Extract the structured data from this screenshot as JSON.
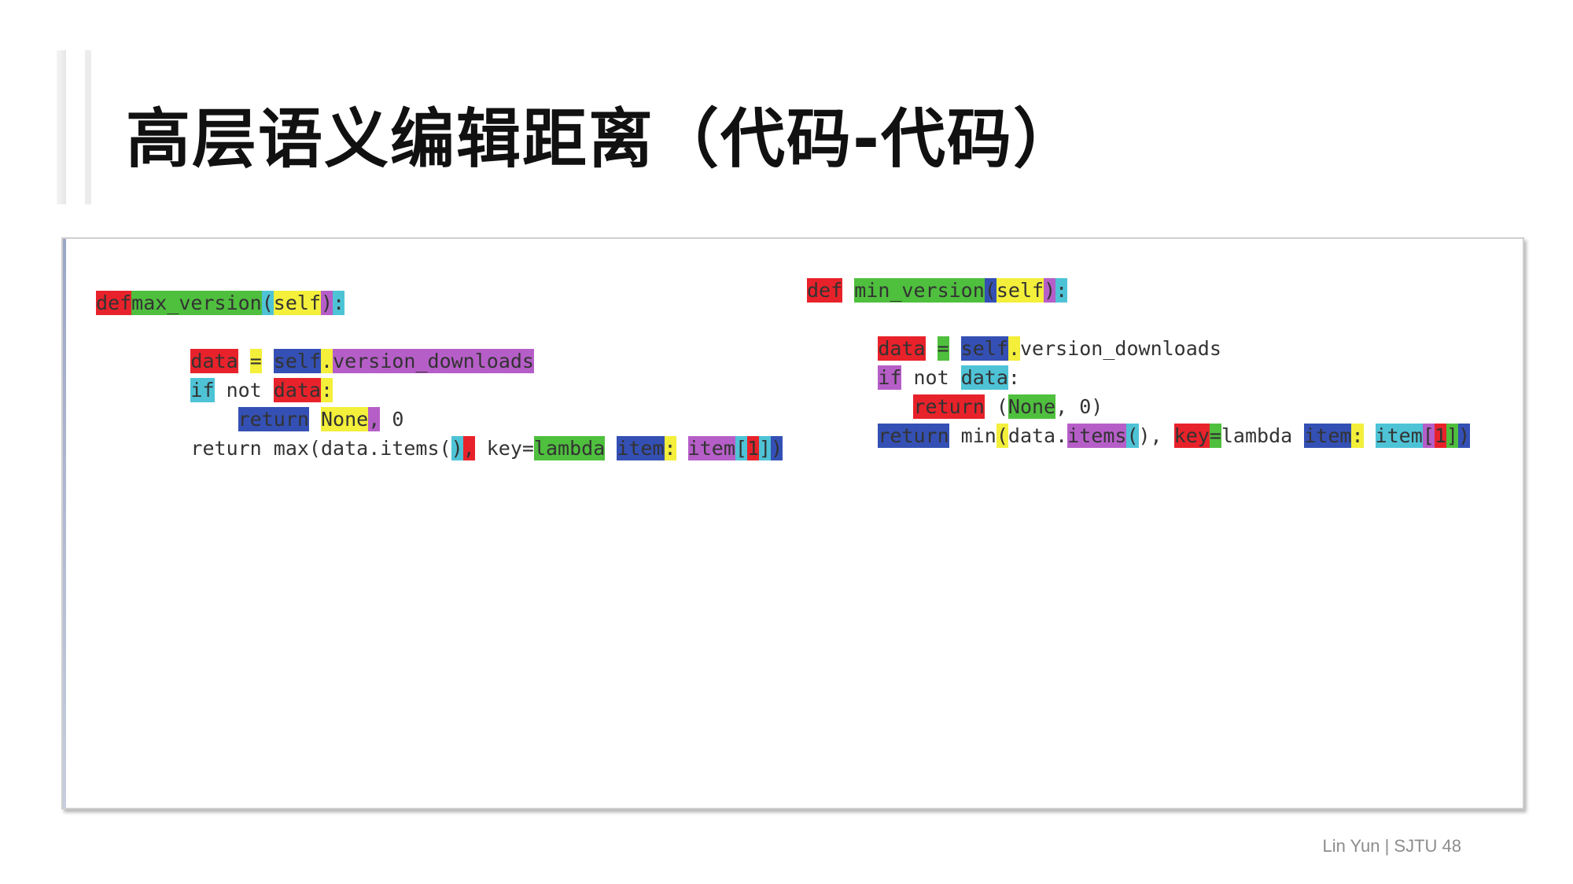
{
  "slide": {
    "title": "高层语义编辑距离（代码-代码）",
    "footer": "Lin Yun | SJTU 48"
  },
  "colors": {
    "red": "#e8222a",
    "green": "#4fbf3e",
    "yellow": "#f3ef3a",
    "cyan": "#4ec3d6",
    "purple": "#b65ec8",
    "blue": "#3450b4"
  },
  "code_left": [
    [
      [
        "red",
        "def"
      ],
      [
        "",
        ""
      ],
      [
        "",
        ""
      ],
      [
        "green",
        "max_version"
      ],
      [
        "cyan",
        "("
      ],
      [
        "yellow",
        "self"
      ],
      [
        "purple",
        ")"
      ],
      [
        "cyan",
        ":"
      ]
    ],
    [],
    [
      [
        "",
        ""
      ],
      [
        "red",
        "data"
      ],
      [
        "",
        " "
      ],
      [
        "yellow",
        "="
      ],
      [
        "",
        " "
      ],
      [
        "blue",
        "self"
      ],
      [
        "yellow",
        "."
      ],
      [
        "purple",
        "version_downloads"
      ]
    ],
    [
      [
        "",
        ""
      ],
      [
        "cyan",
        "if"
      ],
      [
        "",
        " not "
      ],
      [
        "red",
        "data"
      ],
      [
        "yellow",
        ":"
      ]
    ],
    [
      [
        "",
        ""
      ],
      [
        "blue",
        "return"
      ],
      [
        "",
        " "
      ],
      [
        "yellow",
        "None"
      ],
      [
        "purple",
        ","
      ],
      [
        "",
        " 0"
      ]
    ],
    [
      [
        "",
        ""
      ],
      [
        "",
        "return max(data.items("
      ],
      [
        "cyan",
        ")"
      ],
      [
        "red",
        ","
      ],
      [
        "",
        " key="
      ],
      [
        "green",
        "lambda"
      ],
      [
        "",
        " "
      ],
      [
        "blue",
        "item"
      ],
      [
        "yellow",
        ":"
      ],
      [
        "",
        " "
      ],
      [
        "purple",
        "item"
      ],
      [
        "cyan",
        "["
      ],
      [
        "red",
        "1"
      ],
      [
        "cyan",
        "]"
      ],
      [
        "blue",
        ")"
      ]
    ]
  ],
  "code_right": [
    [
      [
        "red",
        "def"
      ],
      [
        "",
        " "
      ],
      [
        "green",
        "min_version"
      ],
      [
        "blue",
        "("
      ],
      [
        "yellow",
        "self"
      ],
      [
        "purple",
        ")"
      ],
      [
        "cyan",
        ":"
      ]
    ],
    [],
    [
      [
        "",
        ""
      ],
      [
        "red",
        "data"
      ],
      [
        "",
        " "
      ],
      [
        "green",
        "="
      ],
      [
        "",
        " "
      ],
      [
        "blue",
        "self"
      ],
      [
        "yellow",
        "."
      ],
      [
        "",
        "version_downloads"
      ]
    ],
    [
      [
        "",
        ""
      ],
      [
        "purple",
        "if"
      ],
      [
        "",
        " not "
      ],
      [
        "cyan",
        "data"
      ],
      [
        "",
        ":"
      ]
    ],
    [
      [
        "",
        ""
      ],
      [
        "red",
        "return"
      ],
      [
        "",
        " ("
      ],
      [
        "green",
        "None"
      ],
      [
        "",
        ", 0)"
      ]
    ],
    [
      [
        "",
        ""
      ],
      [
        "blue",
        "return"
      ],
      [
        "",
        " min"
      ],
      [
        "yellow",
        "("
      ],
      [
        "",
        "data."
      ],
      [
        "purple",
        "items"
      ],
      [
        "cyan",
        "("
      ],
      [
        "",
        "), "
      ],
      [
        "red",
        "key"
      ],
      [
        "green",
        "="
      ],
      [
        "",
        "lambda "
      ],
      [
        "blue",
        "item"
      ],
      [
        "yellow",
        ":"
      ],
      [
        "",
        " "
      ],
      [
        "cyan",
        "item"
      ],
      [
        "purple",
        "["
      ],
      [
        "red",
        "1"
      ],
      [
        "green",
        "]"
      ],
      [
        "blue",
        ")"
      ]
    ]
  ]
}
